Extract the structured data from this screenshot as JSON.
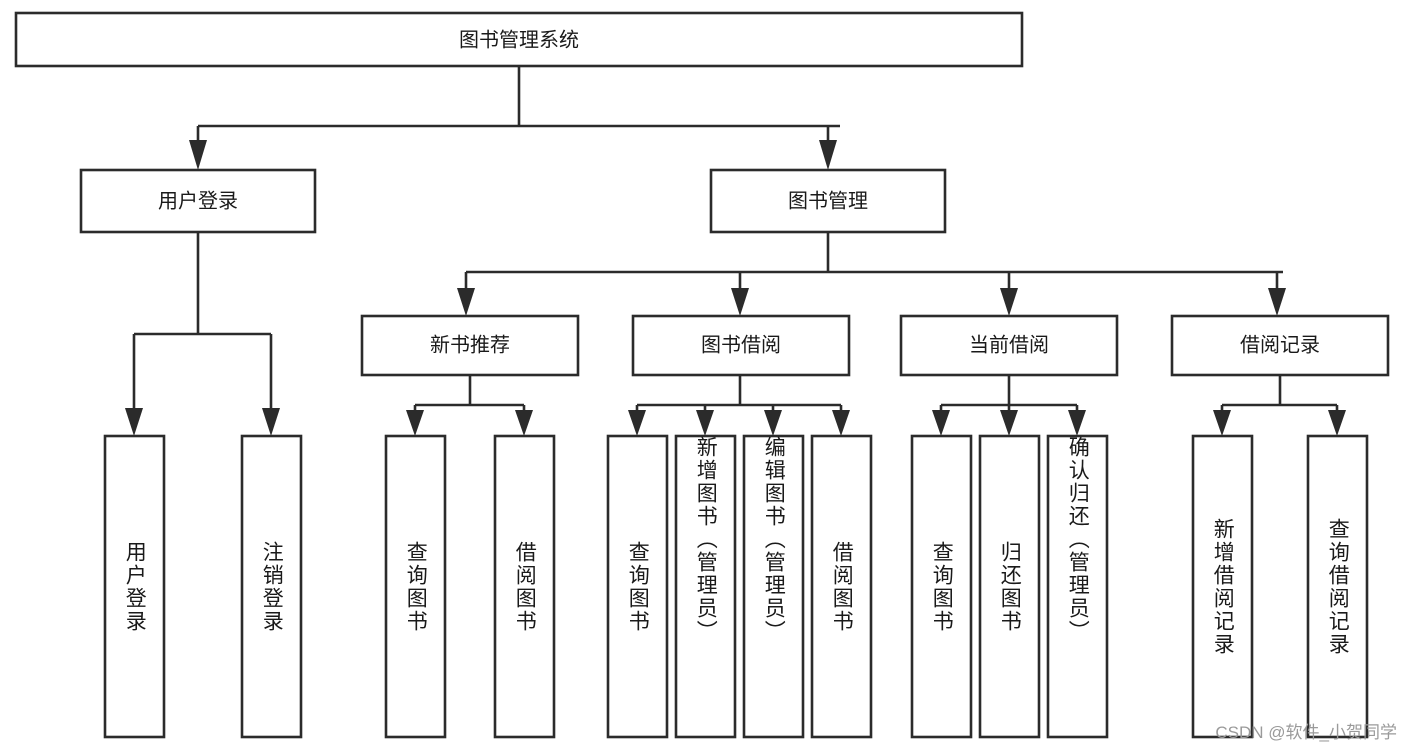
{
  "diagram": {
    "title": "图书管理系统",
    "type": "tree",
    "watermark": "CSDN @软件_小贺同学",
    "colors": {
      "box_stroke": "#2b2b2b",
      "box_fill": "#ffffff",
      "text": "#1a1a1a",
      "background": "#ffffff",
      "watermark": "#9a9a9a"
    },
    "root": {
      "label": "图书管理系统"
    },
    "level2": [
      {
        "label": "用户登录"
      },
      {
        "label": "图书管理"
      }
    ],
    "level3": [
      {
        "label": "新书推荐"
      },
      {
        "label": "图书借阅"
      },
      {
        "label": "当前借阅"
      },
      {
        "label": "借阅记录"
      }
    ],
    "leaves": {
      "user_login": [
        {
          "label": "用户登录"
        },
        {
          "label": "注销登录"
        }
      ],
      "new_book_recommend": [
        {
          "label": "查询图书"
        },
        {
          "label": "借阅图书"
        }
      ],
      "book_borrow": [
        {
          "label": "查询图书"
        },
        {
          "label": "新增图书（管理员）"
        },
        {
          "label": "编辑图书（管理员）"
        },
        {
          "label": "借阅图书"
        }
      ],
      "current_borrow": [
        {
          "label": "查询图书"
        },
        {
          "label": "归还图书"
        },
        {
          "label": "确认归还（管理员）"
        }
      ],
      "borrow_record": [
        {
          "label": "新增借阅记录"
        },
        {
          "label": "查询借阅记录"
        }
      ]
    }
  }
}
